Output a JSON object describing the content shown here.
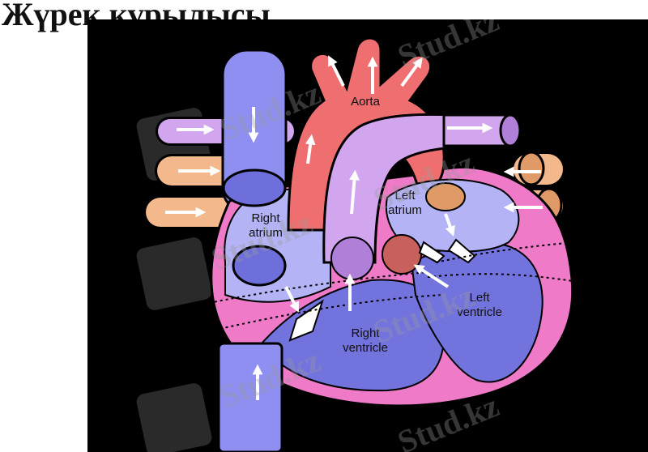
{
  "title": "Жүрек құрылысы",
  "labels": {
    "aorta": "Aorta",
    "right_atrium": [
      "Right",
      "atrium"
    ],
    "left_atrium": [
      "Left",
      "atrium"
    ],
    "right_ventricle": [
      "Right",
      "ventricle"
    ],
    "left_ventricle": [
      "Left",
      "ventricle"
    ]
  },
  "watermark": "Stud.kz",
  "colors": {
    "background": "#000000",
    "vein_blue": "#8f8ff2",
    "right_chamber": "#b3b3f5",
    "ventricle_blue": "#7373de",
    "muscle_pink": "#ee7ac8",
    "aorta_red": "#ef6f70",
    "pulmonary_violet": "#d2a6ee",
    "pulmonary_vein": "#f3b88c",
    "arrow": "#ffffff"
  }
}
